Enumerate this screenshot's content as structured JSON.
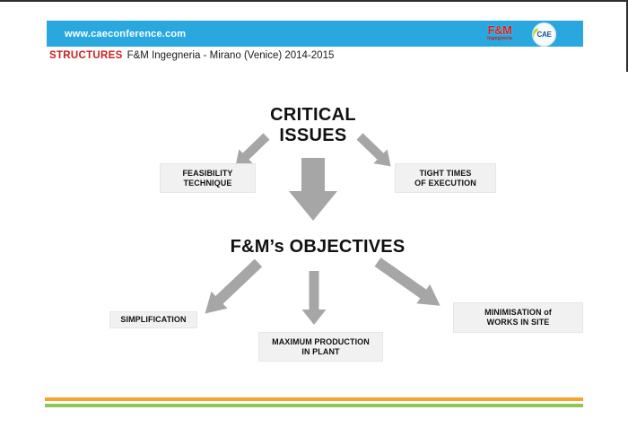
{
  "page": {
    "title_bar_url": "www.caeconference.com",
    "section": {
      "label": "STRUCTURES",
      "subtitle": "F&M Ingegneria - Mirano (Venice) 2014-2015"
    }
  },
  "logos": {
    "fm": {
      "name": "F&M",
      "sub": "Ingegneria"
    },
    "cae": {
      "text": "CAE"
    }
  },
  "diagram": {
    "critical": {
      "line1": "CRITICAL",
      "line2": "ISSUES"
    },
    "objectives_title": "F&M’s OBJECTIVES",
    "boxes": {
      "feasibility": {
        "line1": "FEASIBILITY",
        "line2": "TECHNIQUE"
      },
      "tight_times": {
        "line1": "TIGHT TIMES",
        "line2": "OF EXECUTION"
      },
      "simplification": {
        "line1": "SIMPLIFICATION",
        "line2": ""
      },
      "max_production": {
        "line1": "MAXIMUM PRODUCTION",
        "line2": "IN PLANT"
      },
      "minimisation": {
        "line1": "MINIMISATION of",
        "line2": "WORKS IN SITE"
      }
    }
  },
  "colors": {
    "header_blue": "#29A8DF",
    "accent_red": "#CC1F1C",
    "arrow_gray": "#A6A6A6",
    "box_gray": "#F1F1F1",
    "footer_orange": "#F5A52B",
    "footer_green": "#90C659"
  }
}
